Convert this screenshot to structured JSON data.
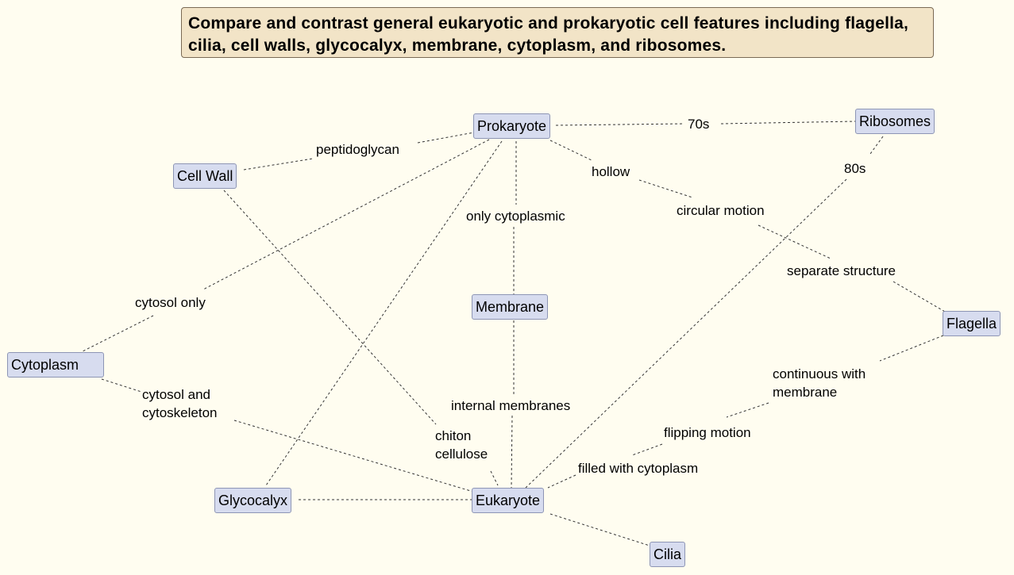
{
  "title": "Compare and contrast general eukaryotic and prokaryotic cell features including flagella, cilia, cell walls, glycocalyx, membrane, cytoplasm, and ribosomes.",
  "nodes": {
    "prokaryote": "Prokaryote",
    "eukaryote": "Eukaryote",
    "ribosomes": "Ribosomes",
    "cell_wall": "Cell Wall",
    "membrane": "Membrane",
    "cytoplasm": "Cytoplasm",
    "flagella": "Flagella",
    "glycocalyx": "Glycocalyx",
    "cilia": "Cilia"
  },
  "labels": {
    "seventy_s": "70s",
    "eighty_s": "80s",
    "peptidoglycan": "peptidoglycan",
    "hollow": "hollow",
    "only_cytoplasmic": "only cytoplasmic",
    "circular_motion": "circular motion",
    "separate_structure": "separate structure",
    "cytosol_only": "cytosol only",
    "continuous_with_membrane": "continuous with\nmembrane",
    "cytosol_and_cytoskeleton": "cytosol and\ncytoskeleton",
    "internal_membranes": "internal membranes",
    "chiton_cellulose": "chiton\ncellulose",
    "flipping_motion": "flipping motion",
    "filled_with_cytoplasm": "filled with cytoplasm"
  }
}
